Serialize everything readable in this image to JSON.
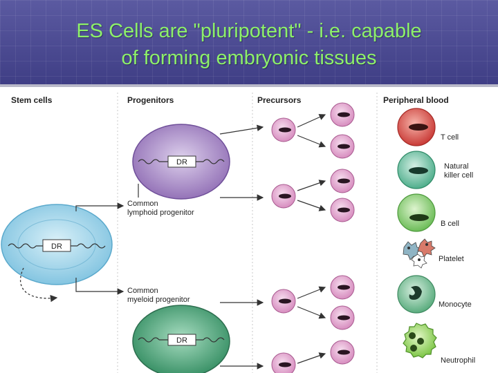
{
  "slide": {
    "title_lines": [
      "ES Cells are \"pluripotent\" - i.e. capable",
      "of forming embryonic tissues"
    ]
  },
  "diagram": {
    "column_headers": [
      "Stem cells",
      "Progenitors",
      "Precursors",
      "Peripheral blood"
    ],
    "stem_cell_marker": "DR",
    "lymphoid_marker": "DR",
    "myeloid_marker": "DR",
    "lymphoid_label": [
      "Common",
      "lymphoid progenitor"
    ],
    "myeloid_label": [
      "Common",
      "myeloid progenitor"
    ],
    "blood_cells": {
      "t_cell": "T cell",
      "nk_cell": [
        "Natural",
        "killer cell"
      ],
      "b_cell": "B cell",
      "platelet": "Platelet",
      "monocyte": "Monocyte",
      "neutrophil": "Neutrophil"
    },
    "colors": {
      "title": "#8df06a",
      "stem_cell": "#9fd4ea",
      "lymphoid": "#a98bc6",
      "myeloid": "#4fa67f",
      "precursor": "#e2a6cf",
      "t_cell": "#e0524b",
      "nk_cell": "#6ec6a8",
      "b_cell": "#8fd07a",
      "monocyte": "#7cc39a",
      "neutrophil": "#9bd85e"
    }
  }
}
